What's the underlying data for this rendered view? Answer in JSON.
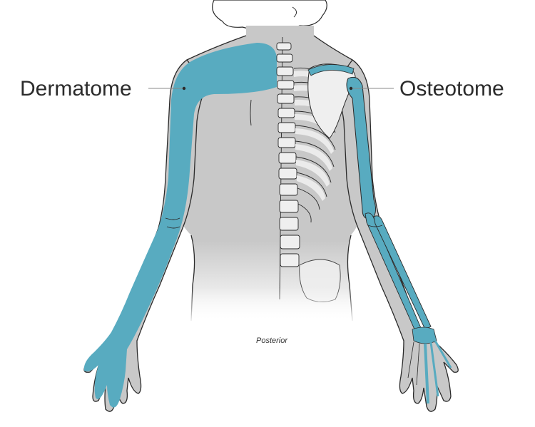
{
  "diagram": {
    "left_label": "Dermatome",
    "right_label": "Osteotome",
    "caption": "Posterior"
  },
  "colors": {
    "body": "#c8c8c8",
    "highlight": "#58abc0",
    "bone": "#efefef",
    "outline": "#2a2a2a",
    "background": "#ffffff"
  }
}
